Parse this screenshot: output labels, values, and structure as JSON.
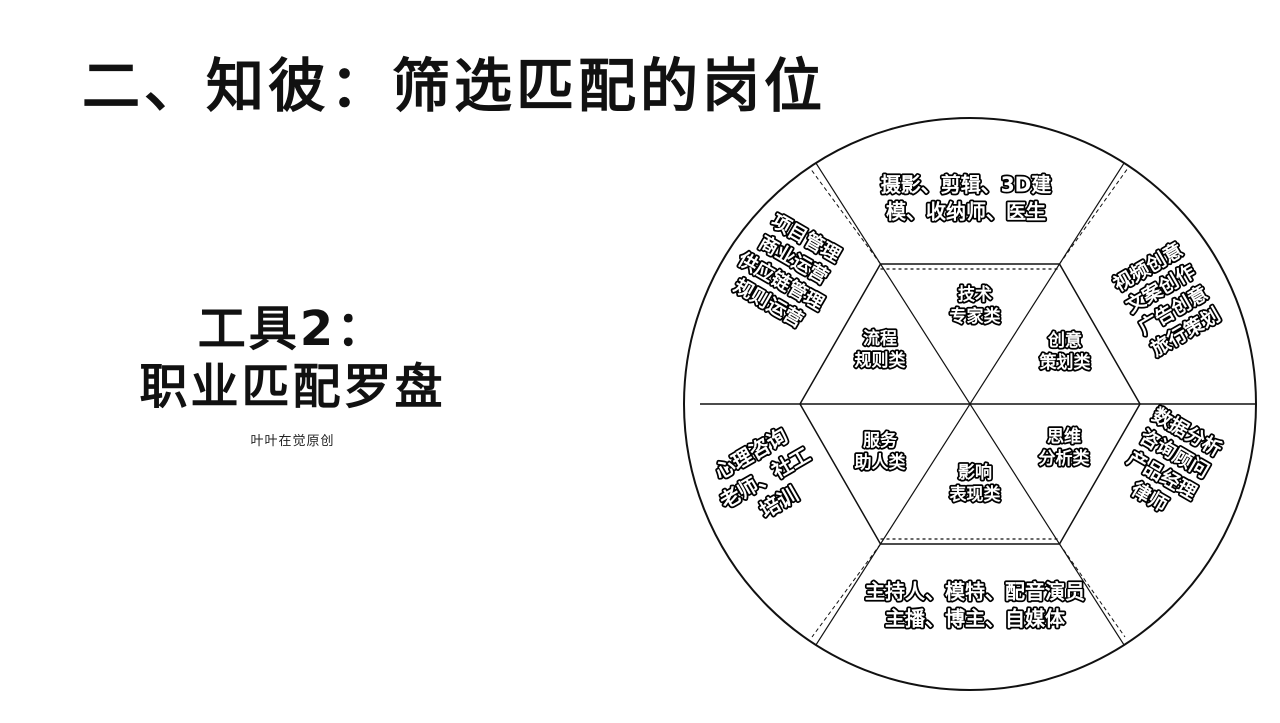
{
  "title": "二、知彼：筛选匹配的岗位",
  "tool": {
    "line1": "工具2：",
    "line2": "职业匹配罗盘"
  },
  "author": "叶叶在觉原创",
  "compass": {
    "inner": [
      {
        "id": "tech",
        "lines": [
          "技术",
          "专家类"
        ]
      },
      {
        "id": "creative",
        "lines": [
          "创意",
          "策划类"
        ]
      },
      {
        "id": "analysis",
        "lines": [
          "思维",
          "分析类"
        ]
      },
      {
        "id": "influence",
        "lines": [
          "影响",
          "表现类"
        ]
      },
      {
        "id": "service",
        "lines": [
          "服务",
          "助人类"
        ]
      },
      {
        "id": "process",
        "lines": [
          "流程",
          "规则类"
        ]
      }
    ],
    "outer": [
      {
        "id": "tech",
        "lines": [
          "摄影、剪辑、3D建",
          "模、收纳师、医生"
        ]
      },
      {
        "id": "creative",
        "lines": [
          "视频创意",
          "文案创作",
          "广告创意",
          "旅行策划"
        ]
      },
      {
        "id": "analysis",
        "lines": [
          "数据分析",
          "咨询顾问",
          "产品经理",
          "律师"
        ]
      },
      {
        "id": "influence",
        "lines": [
          "主持人、模特、配音演员",
          "主播、博主、自媒体"
        ]
      },
      {
        "id": "service",
        "lines": [
          "心理咨询",
          "老师、社工",
          "培训"
        ]
      },
      {
        "id": "process",
        "lines": [
          "项目管理",
          "商业运营",
          "供应链管理",
          "规则运营"
        ]
      }
    ]
  }
}
